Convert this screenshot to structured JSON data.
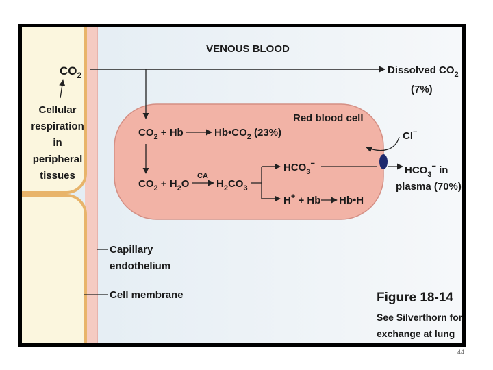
{
  "title": "VENOUS BLOOD",
  "co2_label": "CO",
  "co2_sub": "2",
  "cellular_respiration": [
    "Cellular",
    "respiration",
    "in",
    "peripheral",
    "tissues"
  ],
  "dissolved": {
    "text": "Dissolved CO",
    "sub": "2",
    "percent": "(7%)"
  },
  "rbc_label": "Red blood cell",
  "reaction1": {
    "left": "CO",
    "left_sub": "2",
    "left_rest": " + Hb",
    "right": "Hb•CO",
    "right_sub": "2",
    "right_pct": " (23%)"
  },
  "reaction2": {
    "left": "CO",
    "left_sub": "2",
    "mid": " + H",
    "mid_sub": "2",
    "mid_rest": "O",
    "enzyme": "CA",
    "right_a": "H",
    "right_a_sub": "2",
    "right_b": "CO",
    "right_b_sub": "3"
  },
  "hco3": {
    "text": "HCO",
    "sub": "3",
    "sup": "−"
  },
  "h_reaction": {
    "h": "H",
    "h_sup": "+",
    "mid": " + Hb",
    "product": "Hb•H"
  },
  "chloride": {
    "text": "Cl",
    "sup": "−"
  },
  "plasma": {
    "line1": "HCO",
    "line1_sub": "3",
    "line1_sup": "−",
    "line1_rest": " in",
    "line2": "plasma (70%)"
  },
  "capillary": [
    "Capillary",
    "endothelium"
  ],
  "cell_membrane": "Cell membrane",
  "figure": {
    "title": "Figure 18-14",
    "note": [
      "See Silverthorn for",
      "exchange at lung"
    ]
  },
  "page_number": "44",
  "colors": {
    "rbc_fill": "#f2b3a6",
    "rbc_stroke": "#d48f84",
    "cell_fill": "#fbf6de",
    "cell_stroke": "#e8b46a",
    "capillary_wall": "#f5cbc2",
    "transporter": "#1e2a6e"
  }
}
